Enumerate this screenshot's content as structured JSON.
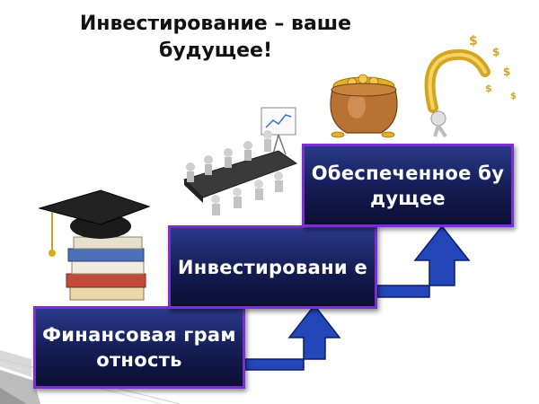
{
  "slide": {
    "title": "Инвестирование – ваше будущее!"
  },
  "steps": [
    {
      "label": "Финансовая грамотность"
    },
    {
      "label": "Инвестировани е"
    },
    {
      "label": "Обеспеченное будущее"
    }
  ],
  "colors": {
    "box_fill": "#141c52",
    "box_border": "#7b2fd0",
    "arrow_fill": "#2346b8",
    "arrow_edge": "#0d1f6e",
    "label_text": "#ffffff"
  },
  "icons": {
    "graduation": "graduation-cap-books-icon",
    "meeting": "business-meeting-icon",
    "pot": "pot-of-gold-icon",
    "magnet": "money-magnet-icon"
  }
}
